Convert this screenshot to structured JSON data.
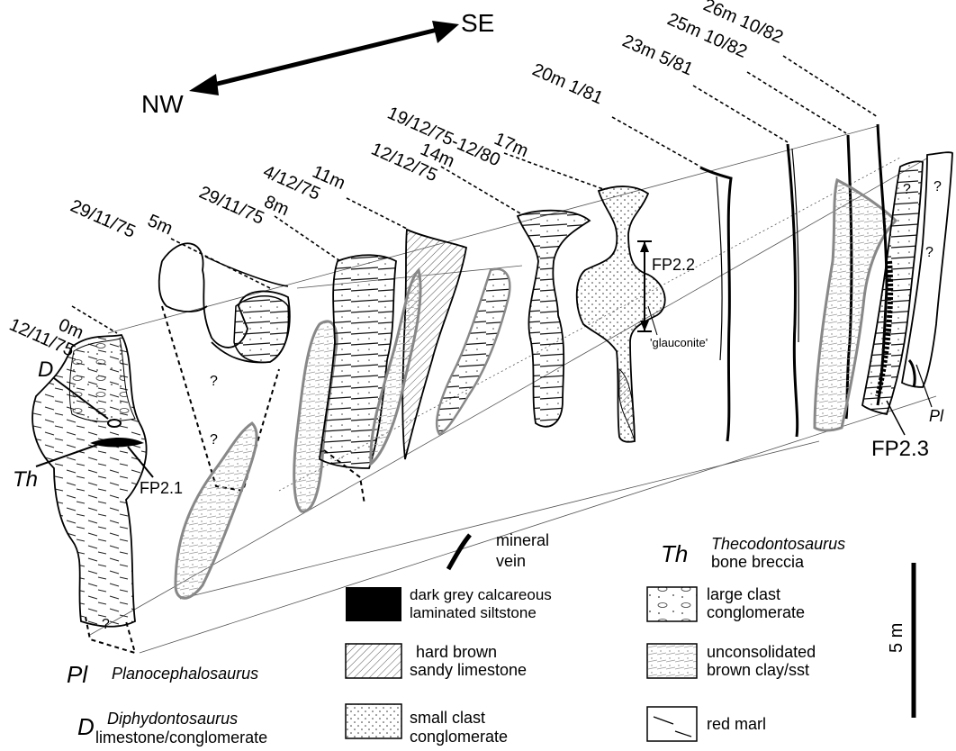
{
  "orientation": {
    "nw": "NW",
    "se": "SE"
  },
  "sections": [
    {
      "distance": "0m",
      "date": "12/11/75"
    },
    {
      "distance": "5m",
      "date": "29/11/75"
    },
    {
      "distance": "8m",
      "date": "29/11/75"
    },
    {
      "distance": "11m",
      "date": "4/12/75"
    },
    {
      "distance": "14m",
      "date": "12/12/75"
    },
    {
      "distance": "17m",
      "date": "19/12/75-12/80"
    },
    {
      "distance": "20m",
      "date": "1/81"
    },
    {
      "distance": "23m",
      "date": "5/81"
    },
    {
      "distance": "25m",
      "date": "10/82"
    },
    {
      "distance": "26m",
      "date": "10/82"
    }
  ],
  "annotations": {
    "fp21": "FP2.1",
    "fp22": "FP2.2",
    "fp23": "FP2.3",
    "glauconite": "'glauconite'",
    "d_marker": "D",
    "th_marker": "Th",
    "pl_marker": "Pl",
    "question": "?"
  },
  "legend": {
    "mineral_vein": [
      "mineral",
      "vein"
    ],
    "th_code": "Th",
    "th_name": "Thecodontosaurus",
    "th_desc": "bone breccia",
    "siltstone": [
      "dark grey calcareous",
      "laminated siltstone"
    ],
    "large_clast": [
      "large clast",
      "conglomerate"
    ],
    "limestone": [
      "hard brown",
      "sandy limestone"
    ],
    "unconsolidated": [
      "unconsolidated",
      "brown clay/sst"
    ],
    "pl_code": "Pl",
    "pl_name": "Planocephalosaurus",
    "d_code": "D",
    "d_name": "Diphydontosaurus",
    "d_desc": "limestone/conglomerate",
    "small_clast": [
      "small clast",
      "conglomerate"
    ],
    "red_marl": "red marl"
  },
  "scale": {
    "label": "5 m"
  }
}
